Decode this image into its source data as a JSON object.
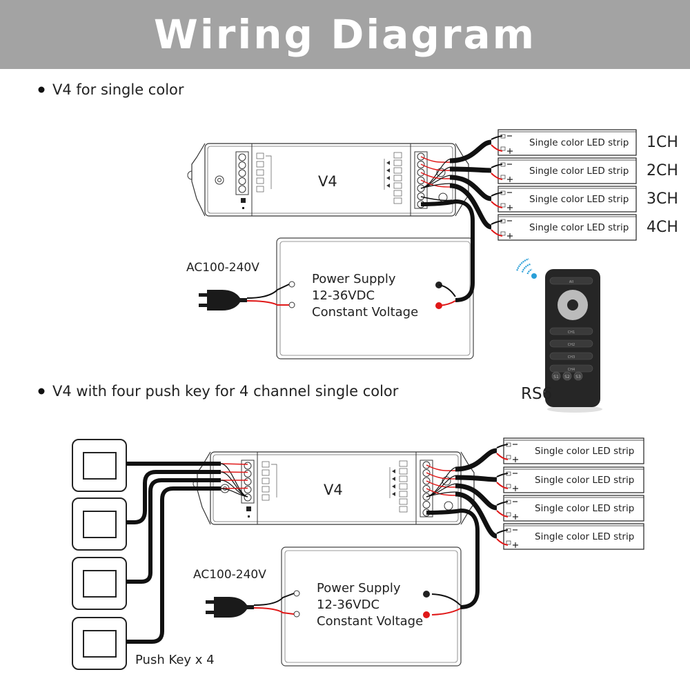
{
  "header": {
    "title": "Wiring Diagram"
  },
  "section1": {
    "bullet": "V4 for single color",
    "controller_label": "V4",
    "ac_label": "AC100-240V",
    "power_supply": [
      "Power Supply",
      "12-36VDC",
      "Constant Voltage"
    ],
    "strips": [
      {
        "label": "Single color LED strip",
        "channel": "1CH"
      },
      {
        "label": "Single color LED strip",
        "channel": "2CH"
      },
      {
        "label": "Single color LED strip",
        "channel": "3CH"
      },
      {
        "label": "Single color LED strip",
        "channel": "4CH"
      }
    ],
    "remote": {
      "model": "RS6",
      "buttons": [
        "All",
        "CH1",
        "CH2",
        "CH3",
        "CH4"
      ],
      "scene_buttons": [
        "S1",
        "S2",
        "S3"
      ]
    },
    "signal_color": "#2a9fd8"
  },
  "section2": {
    "bullet": "V4 with four push key for 4 channel single color",
    "controller_label": "V4",
    "ac_label": "AC100-240V",
    "power_supply": [
      "Power Supply",
      "12-36VDC",
      "Constant Voltage"
    ],
    "strips": [
      {
        "label": "Single color LED strip"
      },
      {
        "label": "Single color LED strip"
      },
      {
        "label": "Single color LED strip"
      },
      {
        "label": "Single color LED strip"
      }
    ],
    "push_key_label": "Push Key x 4"
  },
  "colors": {
    "header_bg": "#a3a3a3",
    "wire_red": "#e01818",
    "wire_black": "#111111"
  }
}
